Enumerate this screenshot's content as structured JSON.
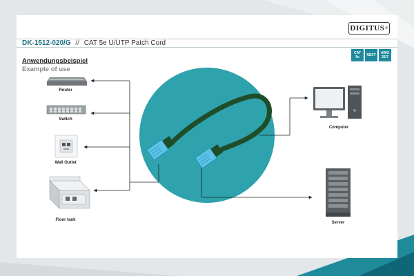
{
  "brand": {
    "logo_text": "DIGITUS",
    "logo_mark": "®"
  },
  "header": {
    "product_code": "DK-1512-020/G",
    "separator": "//",
    "product_name": "CAT 5e U/UTP Patch Cord"
  },
  "badges": [
    {
      "line1": "CAT",
      "line2": "5e"
    },
    {
      "line1": "NEXT",
      "line2": ""
    },
    {
      "line1": "AWG",
      "line2": "26/7"
    }
  ],
  "section": {
    "title_de": "Anwendungsbeispiel",
    "title_en": "Example of use"
  },
  "devices_left": [
    {
      "label": "Router"
    },
    {
      "label": "Switch"
    },
    {
      "label": "Wall Outlet"
    },
    {
      "label": "Floor tank"
    }
  ],
  "devices_right": [
    {
      "label": "Computer"
    },
    {
      "label": "Server"
    }
  ],
  "colors": {
    "accent": "#1a6f80",
    "circle": "#2ea2ad",
    "cable": "#1f4d2a",
    "connector": "#5cc3e8"
  }
}
